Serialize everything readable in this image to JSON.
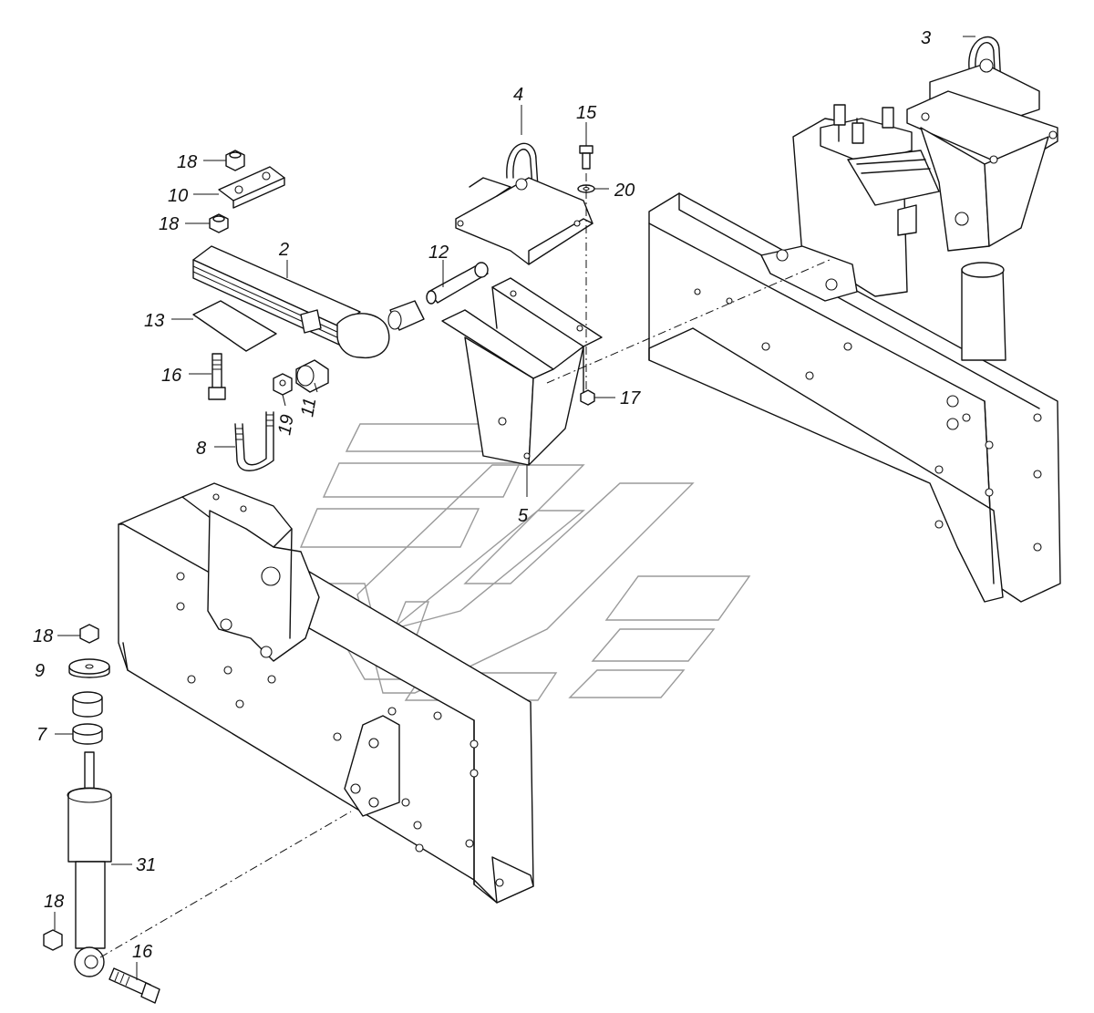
{
  "callouts": [
    {
      "id": "2",
      "label": "2"
    },
    {
      "id": "3",
      "label": "3"
    },
    {
      "id": "4",
      "label": "4"
    },
    {
      "id": "5",
      "label": "5"
    },
    {
      "id": "7",
      "label": "7"
    },
    {
      "id": "8",
      "label": "8"
    },
    {
      "id": "9",
      "label": "9"
    },
    {
      "id": "10",
      "label": "10"
    },
    {
      "id": "11",
      "label": "11"
    },
    {
      "id": "12",
      "label": "12"
    },
    {
      "id": "13",
      "label": "13"
    },
    {
      "id": "15",
      "label": "15"
    },
    {
      "id": "16a",
      "label": "16"
    },
    {
      "id": "16b",
      "label": "16"
    },
    {
      "id": "17",
      "label": "17"
    },
    {
      "id": "18a",
      "label": "18"
    },
    {
      "id": "18b",
      "label": "18"
    },
    {
      "id": "18c",
      "label": "18"
    },
    {
      "id": "18d",
      "label": "18"
    },
    {
      "id": "19",
      "label": "19"
    },
    {
      "id": "20",
      "label": "20"
    },
    {
      "id": "31",
      "label": "31"
    }
  ]
}
